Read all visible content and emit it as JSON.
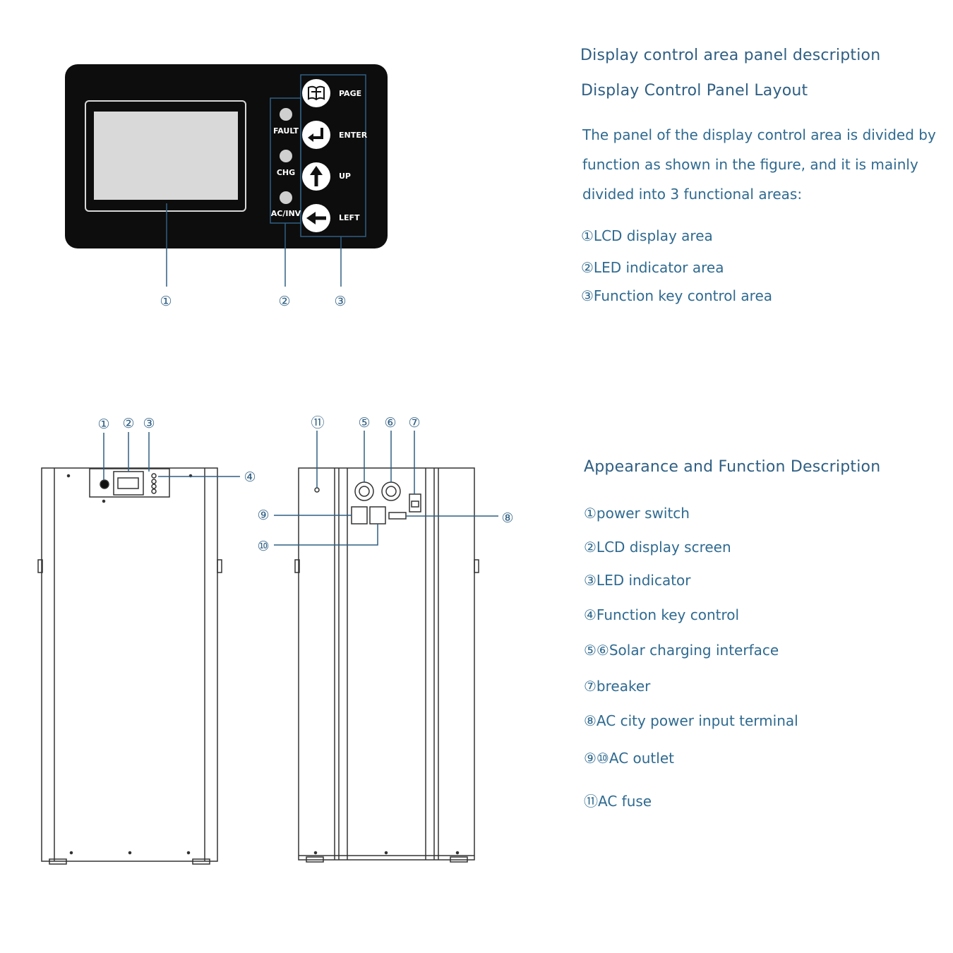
{
  "colors": {
    "accent": "#2f5f83",
    "panel": "#0d0d0d",
    "line": "#333333"
  },
  "panel_section": {
    "title": "Display control area panel description",
    "subtitle": "Display Control Panel Layout",
    "paragraph": "The panel of the display control area is divided by function as shown in the figure, and it is mainly divided into 3 functional areas:",
    "items": [
      "①LCD display area",
      "②LED indicator area",
      "③Function key control area"
    ],
    "led_labels": [
      "FAULT",
      "CHG",
      "AC/INV"
    ],
    "key_labels": [
      "PAGE",
      "ENTER",
      "UP",
      "LEFT"
    ],
    "callouts": [
      "①",
      "②",
      "③"
    ],
    "key_icons": [
      "book-icon",
      "enter-arrow-icon",
      "up-arrow-icon",
      "left-arrow-icon"
    ]
  },
  "appearance_section": {
    "title": "Appearance and Function Description",
    "items": [
      "①power switch",
      "②LCD display screen",
      "③LED indicator",
      "④Function key control",
      "⑤⑥Solar charging interface",
      "⑦breaker",
      "⑧AC city power input terminal",
      "⑨⑩AC outlet",
      "⑪AC fuse"
    ],
    "front_callouts": [
      "①",
      "②",
      "③",
      "④"
    ],
    "back_callouts": [
      "⑪",
      "⑤",
      "⑥",
      "⑦",
      "⑧",
      "⑨",
      "⑩"
    ]
  }
}
